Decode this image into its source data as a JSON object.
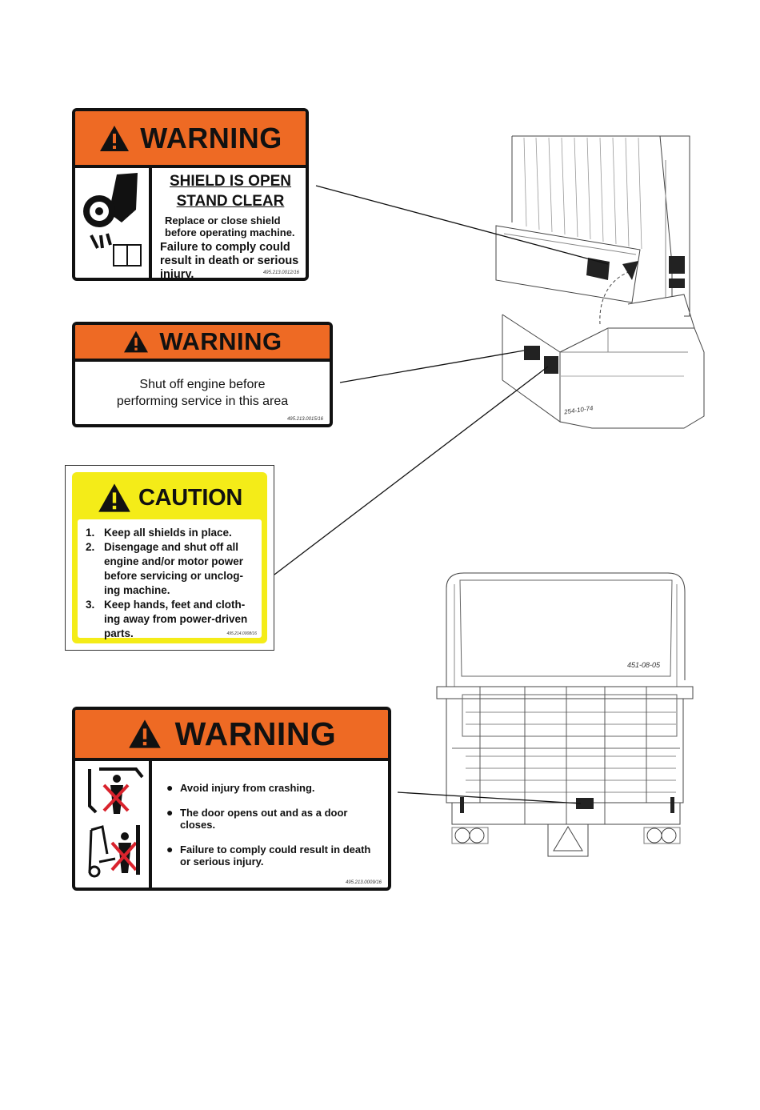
{
  "decal_shield": {
    "signal_word": "WARNING",
    "heading1": "SHIELD IS OPEN",
    "heading2": "STAND CLEAR",
    "line1": "Replace or close shield before operating machine.",
    "line2": "Failure to comply could result in death or serious injury.",
    "code": "495.213.0012/16"
  },
  "decal_engine": {
    "signal_word": "WARNING",
    "line1": "Shut off engine before",
    "line2": "performing service in this area",
    "code": "495.213.0015/16"
  },
  "decal_caution": {
    "signal_word": "CAUTION",
    "items": [
      {
        "num": "1.",
        "text": "Keep all shields in place."
      },
      {
        "num": "2.",
        "text": "Disengage and shut off all engine and/or motor power before servicing or unclog-ing machine."
      },
      {
        "num": "3.",
        "text": "Keep hands, feet and cloth-ing away from power-driven parts."
      }
    ],
    "code": "495.214.0008/16"
  },
  "decal_door": {
    "signal_word": "WARNING",
    "items": [
      "Avoid injury from crashing.",
      "The door opens out and as a door closes.",
      "Failure to comply could result in death or serious injury."
    ],
    "code": "495.213.0009/16"
  },
  "drawing_refs": {
    "upper": "254-10-74",
    "lower": "451-08-05"
  },
  "colors": {
    "warning_orange": "#ee6a24",
    "caution_yellow": "#f4ec18"
  }
}
